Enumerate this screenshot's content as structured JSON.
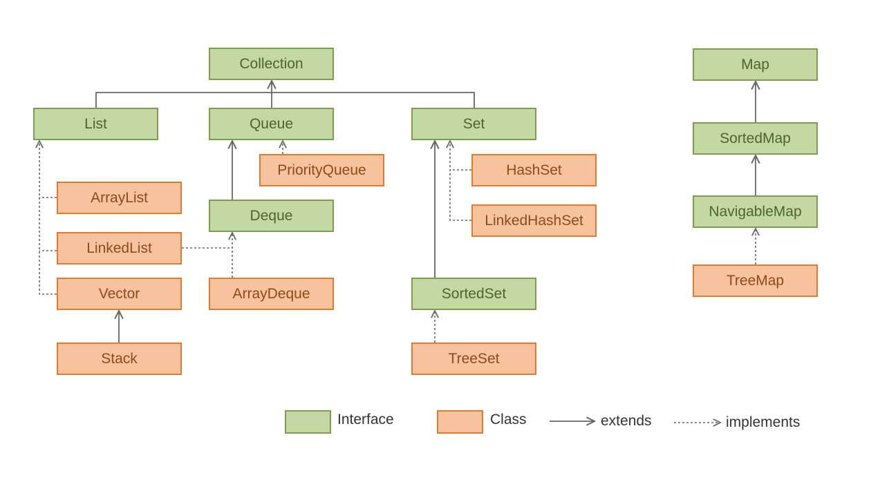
{
  "nodes": {
    "collection": {
      "label": "Collection",
      "kind": "interface"
    },
    "list": {
      "label": "List",
      "kind": "interface"
    },
    "queue": {
      "label": "Queue",
      "kind": "interface"
    },
    "set": {
      "label": "Set",
      "kind": "interface"
    },
    "priorityqueue": {
      "label": "PriorityQueue",
      "kind": "class"
    },
    "hashset": {
      "label": "HashSet",
      "kind": "class"
    },
    "arraylist": {
      "label": "ArrayList",
      "kind": "class"
    },
    "deque": {
      "label": "Deque",
      "kind": "interface"
    },
    "linkedhashset": {
      "label": "LinkedHashSet",
      "kind": "class"
    },
    "linkedlist": {
      "label": "LinkedList",
      "kind": "class"
    },
    "vector": {
      "label": "Vector",
      "kind": "class"
    },
    "arraydeque": {
      "label": "ArrayDeque",
      "kind": "class"
    },
    "sortedset": {
      "label": "SortedSet",
      "kind": "interface"
    },
    "stack": {
      "label": "Stack",
      "kind": "class"
    },
    "treeset": {
      "label": "TreeSet",
      "kind": "class"
    },
    "map": {
      "label": "Map",
      "kind": "interface"
    },
    "sortedmap": {
      "label": "SortedMap",
      "kind": "interface"
    },
    "navigablemap": {
      "label": "NavigableMap",
      "kind": "interface"
    },
    "treemap": {
      "label": "TreeMap",
      "kind": "class"
    }
  },
  "edges": [
    {
      "from": "list",
      "to": "collection",
      "type": "extends"
    },
    {
      "from": "queue",
      "to": "collection",
      "type": "extends"
    },
    {
      "from": "set",
      "to": "collection",
      "type": "extends"
    },
    {
      "from": "deque",
      "to": "queue",
      "type": "extends"
    },
    {
      "from": "priorityqueue",
      "to": "queue",
      "type": "implements"
    },
    {
      "from": "arraylist",
      "to": "list",
      "type": "implements"
    },
    {
      "from": "linkedlist",
      "to": "list",
      "type": "implements"
    },
    {
      "from": "vector",
      "to": "list",
      "type": "implements"
    },
    {
      "from": "linkedlist",
      "to": "deque",
      "type": "implements"
    },
    {
      "from": "arraydeque",
      "to": "deque",
      "type": "implements"
    },
    {
      "from": "stack",
      "to": "vector",
      "type": "extends"
    },
    {
      "from": "hashset",
      "to": "set",
      "type": "implements"
    },
    {
      "from": "linkedhashset",
      "to": "set",
      "type": "implements"
    },
    {
      "from": "sortedset",
      "to": "set",
      "type": "extends"
    },
    {
      "from": "treeset",
      "to": "sortedset",
      "type": "implements"
    },
    {
      "from": "sortedmap",
      "to": "map",
      "type": "extends"
    },
    {
      "from": "navigablemap",
      "to": "sortedmap",
      "type": "extends"
    },
    {
      "from": "treemap",
      "to": "navigablemap",
      "type": "implements"
    }
  ],
  "legend": {
    "interface_label": "Interface",
    "class_label": "Class",
    "extends_label": "extends",
    "implements_label": "implements"
  },
  "colors": {
    "interface_fill": "#c4d8a3",
    "interface_border": "#7d9c4e",
    "interface_text": "#4d6431",
    "class_fill": "#f7c39e",
    "class_border": "#e07a2f",
    "class_text": "#8c4b1c",
    "line": "#666666"
  }
}
